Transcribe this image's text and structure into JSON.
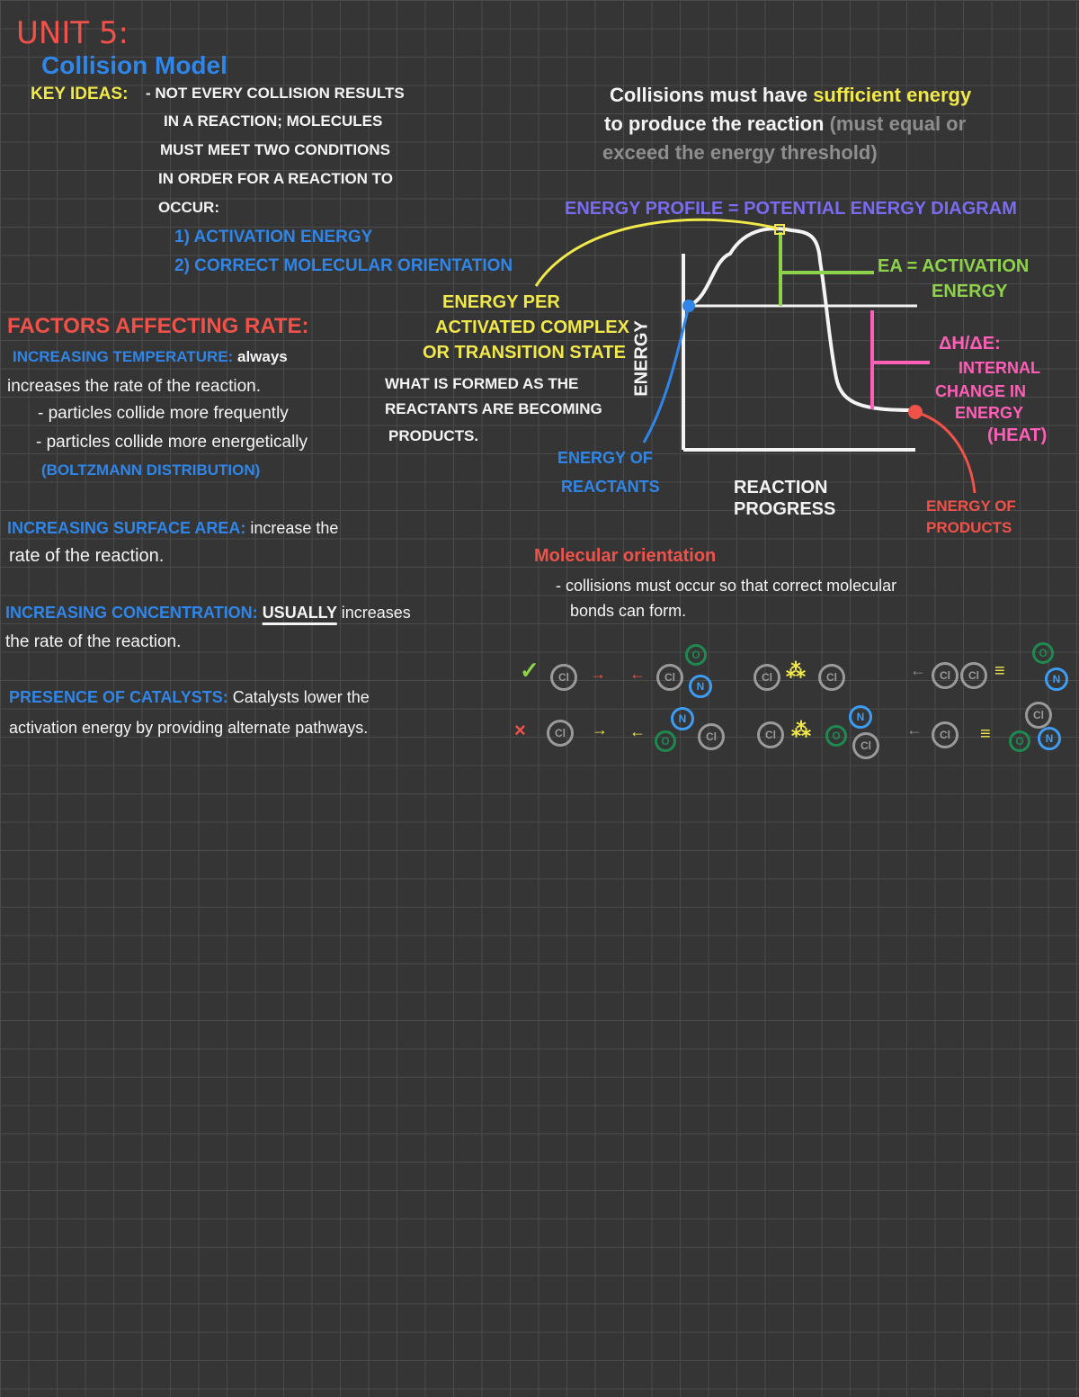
{
  "title": "UNIT 5:",
  "subtitle": "Collision Model",
  "key_ideas": {
    "label": "KEY IDEAS:",
    "lines": [
      "- NOT EVERY COLLISION RESULTS",
      "IN A REACTION; MOLECULES",
      "MUST MEET TWO CONDITIONS",
      "IN ORDER FOR A REACTION TO",
      "OCCUR:"
    ],
    "conditions": [
      "1) ACTIVATION ENERGY",
      "2) CORRECT MOLECULAR ORIENTATION"
    ]
  },
  "collisions_note": {
    "line1_a": "Collisions must have",
    "line1_b": "sufficient energy",
    "line2_a": "to produce the reaction",
    "line2_b": "(must equal or",
    "line3": "exceed the energy threshold)"
  },
  "energy_profile": {
    "heading": "ENERGY PROFILE = POTENTIAL ENERGY DIAGRAM",
    "y_axis_label": "ENERGY",
    "x_axis_label_1": "REACTION",
    "x_axis_label_2": "PROGRESS",
    "ea_label": "EA = ACTIVATION",
    "ea_label_2": "ENERGY",
    "dh_label": [
      "ΔH/ΔE:",
      "INTERNAL",
      "CHANGE IN",
      "ENERGY",
      "(HEAT)"
    ],
    "reactants_label": [
      "ENERGY OF",
      "REACTANTS"
    ],
    "products_label": [
      "ENERGY OF",
      "PRODUCTS"
    ],
    "complex_label": [
      "ENERGY PER",
      "ACTIVATED COMPLEX",
      "OR TRANSITION STATE"
    ],
    "complex_note": [
      "WHAT IS FORMED AS THE",
      "REACTANTS ARE BECOMING",
      "PRODUCTS."
    ]
  },
  "factors": {
    "heading": "FACTORS AFFECTING RATE:",
    "temperature": {
      "label": "INCREASING TEMPERATURE:",
      "text_a": "always",
      "text_b": "increases the rate of the reaction.",
      "bullets": [
        "- particles collide more frequently",
        "- particles collide more energetically"
      ],
      "note": "(BOLTZMANN DISTRIBUTION)"
    },
    "surface_area": {
      "label": "INCREASING SURFACE AREA:",
      "text_a": "increase the",
      "text_b": "rate of the reaction."
    },
    "concentration": {
      "label": "INCREASING CONCENTRATION:",
      "emph": "USUALLY",
      "text_a": "increases",
      "text_b": "the rate of the reaction."
    },
    "catalysts": {
      "label": "PRESENCE OF CATALYSTS:",
      "text_a": "Catalysts lower the",
      "text_b": "activation energy by providing alternate pathways."
    }
  },
  "orientation": {
    "heading": "Molecular orientation",
    "text_a": "- collisions must occur so that correct molecular",
    "text_b": "bonds can form.",
    "correct_mark": "✓",
    "wrong_mark": "×",
    "atom_cl": "Cl",
    "atom_n": "N",
    "atom_o": "O"
  },
  "colors": {
    "red": "#f0524a",
    "blue": "#2f86e8",
    "yellow": "#f1e84a",
    "violet": "#7a6cf2",
    "pink": "#ff5fb6",
    "green": "#8ed24a"
  }
}
